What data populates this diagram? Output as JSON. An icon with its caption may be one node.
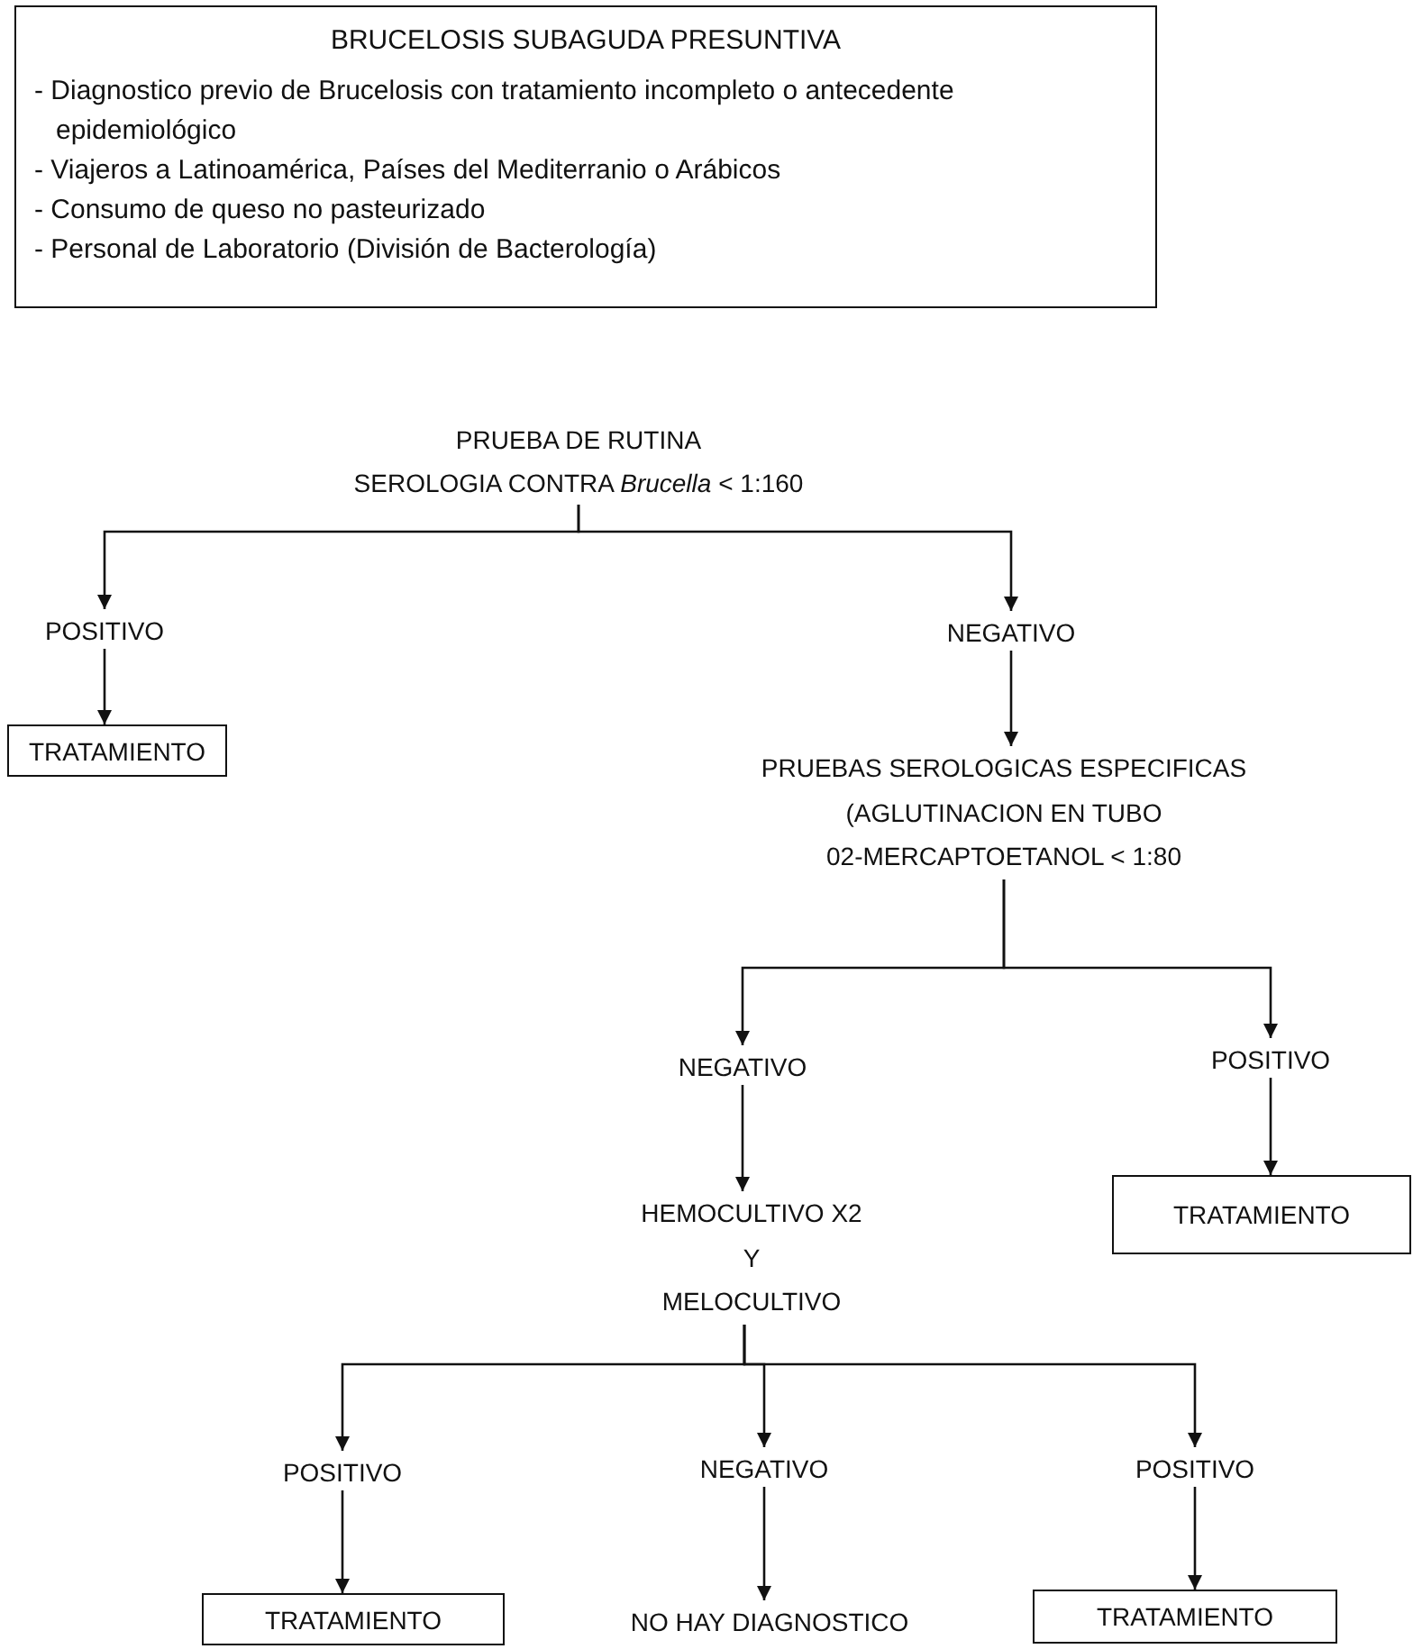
{
  "diagram": {
    "nodes": [
      {
        "text": [
          "BRUCELOSIS SUBAGUDA PRESUNTIVA",
          "- Diagnostico previo de Brucelosis con tratamiento incompleto o antecedente epidemiológico",
          "- Viajeros a Latinoamérica, Países del Mediterranio o Arábicos",
          "- Consumo de queso no pasteurizado",
          "- Personal de Laboratorio (División de Bacterología)"
        ]
      },
      {
        "text": [
          "PRUEBA DE RUTINA",
          "SEROLOGIA CONTRA *Brucella* < 1:160"
        ]
      },
      {
        "text": [
          "POSITIVO"
        ]
      },
      {
        "text": [
          "TRATAMIENTO"
        ]
      },
      {
        "text": [
          "NEGATIVO"
        ]
      },
      {
        "text": [
          "PRUEBAS SEROLOGICAS ESPECIFICAS",
          "(AGLUTINACION EN TUBO",
          "02-MERCAPTOETANOL < 1:80"
        ]
      },
      {
        "text": [
          "NEGATIVO"
        ]
      },
      {
        "text": [
          "POSITIVO"
        ]
      },
      {
        "text": [
          "HEMOCULTIVO X2",
          "Y",
          "MELOCULTIVO"
        ]
      },
      {
        "text": [
          "TRATAMIENTO"
        ]
      },
      {
        "text": [
          "POSITIVO"
        ]
      },
      {
        "text": [
          "NEGATIVO"
        ]
      },
      {
        "text": [
          "POSITIVO"
        ]
      },
      {
        "text": [
          "TRATAMIENTO"
        ]
      },
      {
        "text": [
          "NO HAY DIAGNOSTICO"
        ]
      },
      {
        "text": [
          "TRATAMIENTO"
        ]
      }
    ],
    "edges": [
      {
        "from": 1,
        "to": 2,
        "arrow": "to"
      },
      {
        "from": 1,
        "to": 4,
        "arrow": "to"
      },
      {
        "from": 2,
        "to": 3,
        "arrow": "to"
      },
      {
        "from": 4,
        "to": 5,
        "arrow": "to"
      },
      {
        "from": 5,
        "to": 6,
        "arrow": "to"
      },
      {
        "from": 5,
        "to": 7,
        "arrow": "to"
      },
      {
        "from": 6,
        "to": 8,
        "arrow": "to"
      },
      {
        "from": 7,
        "to": 9,
        "arrow": "to"
      },
      {
        "from": 8,
        "to": 10,
        "arrow": "to"
      },
      {
        "from": 8,
        "to": 11,
        "arrow": "to"
      },
      {
        "from": 8,
        "to": 12,
        "arrow": "to"
      },
      {
        "from": 10,
        "to": 13,
        "arrow": "to"
      },
      {
        "from": 11,
        "to": 14,
        "arrow": "to"
      },
      {
        "from": 12,
        "to": 15,
        "arrow": "to"
      }
    ]
  }
}
